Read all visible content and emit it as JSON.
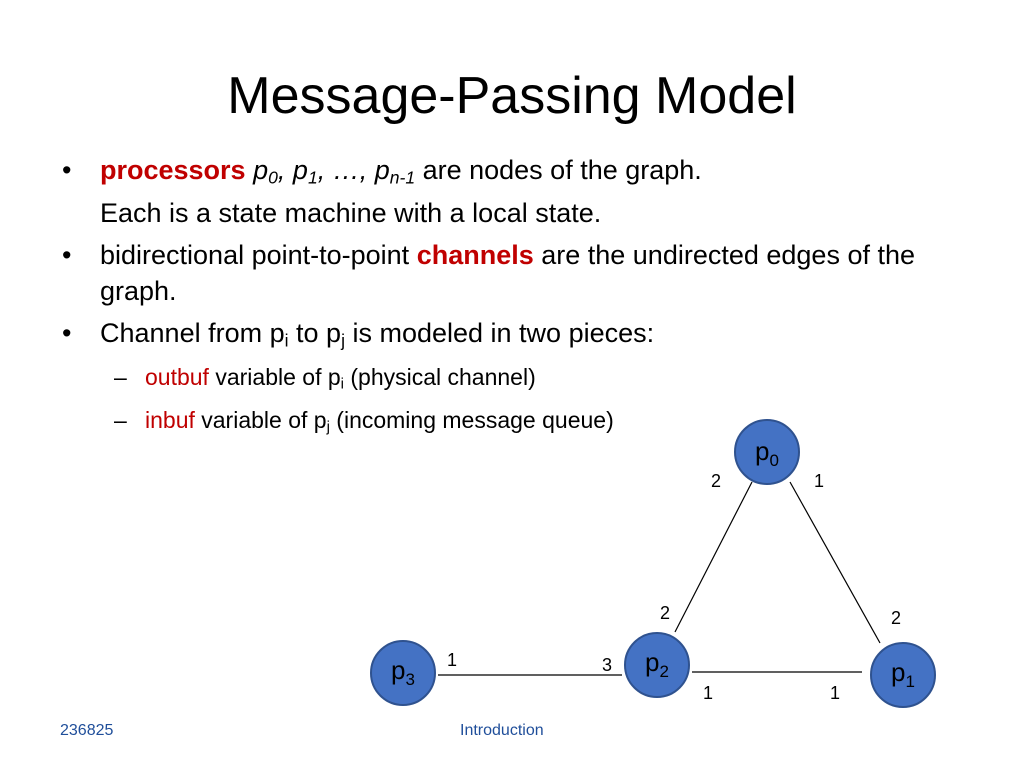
{
  "title": "Message-Passing Model",
  "bullets": {
    "b1": {
      "keyword": "processors",
      "p0": "p",
      "p0_sub": "0",
      "sep1": ", ",
      "p1": "p",
      "p1_sub": "1",
      "sep2": ", …, ",
      "pn": "p",
      "pn_sub": "n-1",
      "rest": " are nodes of the graph.",
      "line2": "Each is a state machine with a local state."
    },
    "b2": {
      "pre": "bidirectional point-to-point ",
      "keyword": "channels",
      "post": " are the undirected edges of the graph."
    },
    "b3": {
      "pre": "Channel from p",
      "sub_i": "i",
      "mid": " to p",
      "sub_j": "j",
      "post": " is modeled in two pieces:"
    },
    "sub1": {
      "keyword": "outbuf",
      "pre": " variable of p",
      "sub": "i",
      "post": " (physical channel)"
    },
    "sub2": {
      "keyword": "inbuf",
      "pre": " variable of p",
      "sub": "j",
      "post": " (incoming message queue)"
    },
    "bullet_glyph": "•",
    "dash_glyph": "–"
  },
  "diagram": {
    "node_color": "#4472c4",
    "node_stroke": "#2f528f",
    "nodes": [
      {
        "id": "p0",
        "base": "p",
        "sub": "0"
      },
      {
        "id": "p1",
        "base": "p",
        "sub": "1"
      },
      {
        "id": "p2",
        "base": "p",
        "sub": "2"
      },
      {
        "id": "p3",
        "base": "p",
        "sub": "3"
      }
    ],
    "edges": [
      {
        "from": "p0",
        "to": "p2",
        "label_from": "2",
        "label_to": "2"
      },
      {
        "from": "p0",
        "to": "p1",
        "label_from": "1",
        "label_to": "2"
      },
      {
        "from": "p3",
        "to": "p2",
        "label_from": "1",
        "label_to": "3"
      },
      {
        "from": "p2",
        "to": "p1",
        "label_from": "1",
        "label_to": "1"
      }
    ]
  },
  "footer": {
    "left": "236825",
    "center": "Introduction"
  }
}
